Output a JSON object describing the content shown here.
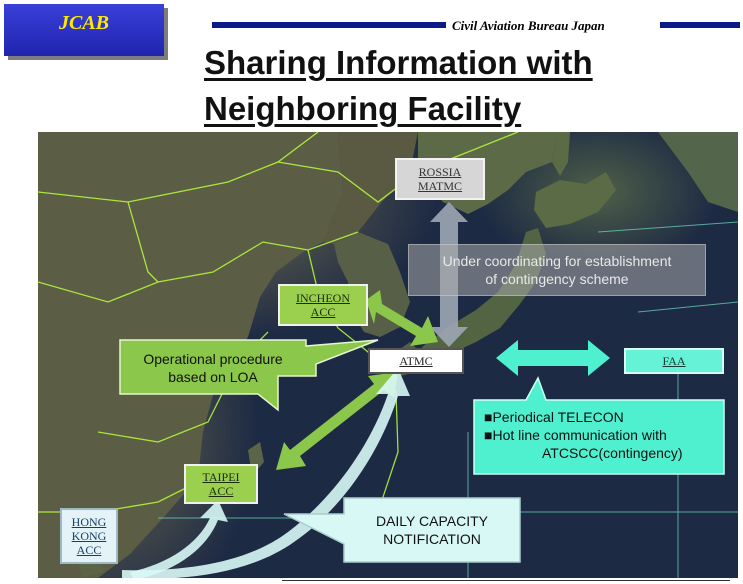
{
  "header": {
    "badge": "JCAB",
    "organization": "Civil Aviation Bureau Japan",
    "title_line1": "Sharing Information with",
    "title_line2": "Neighboring Facility"
  },
  "facilities": {
    "russia": {
      "line1": "ROSSIA",
      "line2": "MATMC"
    },
    "incheon": {
      "line1": "INCHEON",
      "line2": "ACC"
    },
    "atmc": "ATMC",
    "faa": "FAA",
    "taipei": {
      "line1": "TAIPEI",
      "line2": "ACC"
    },
    "hongkong": {
      "line1": "HONG",
      "line2": "KONG",
      "line3": "ACC"
    }
  },
  "callouts": {
    "coordinating": {
      "line1": "Under coordinating for establishment",
      "line2": "of contingency scheme"
    },
    "loa": {
      "line1": "Operational procedure",
      "line2": "based on LOA"
    },
    "telecon": {
      "bullet1": "■Periodical TELECON",
      "bullet2": "■Hot line communication with",
      "bullet2_cont": "ATCSCC(contingency)"
    },
    "capacity": {
      "line1": "DAILY CAPACITY",
      "line2": "NOTIFICATION"
    }
  },
  "colors": {
    "badge_blue": "#2a30c8",
    "badge_text": "#ffe900",
    "header_rule": "#0a1a8a",
    "green": "#8bc74a",
    "cyan": "#4ff0d0",
    "pale_cyan": "#d8f8f6",
    "grey_arrow": "#9ea6b4",
    "map_background": "#1d2a44"
  }
}
